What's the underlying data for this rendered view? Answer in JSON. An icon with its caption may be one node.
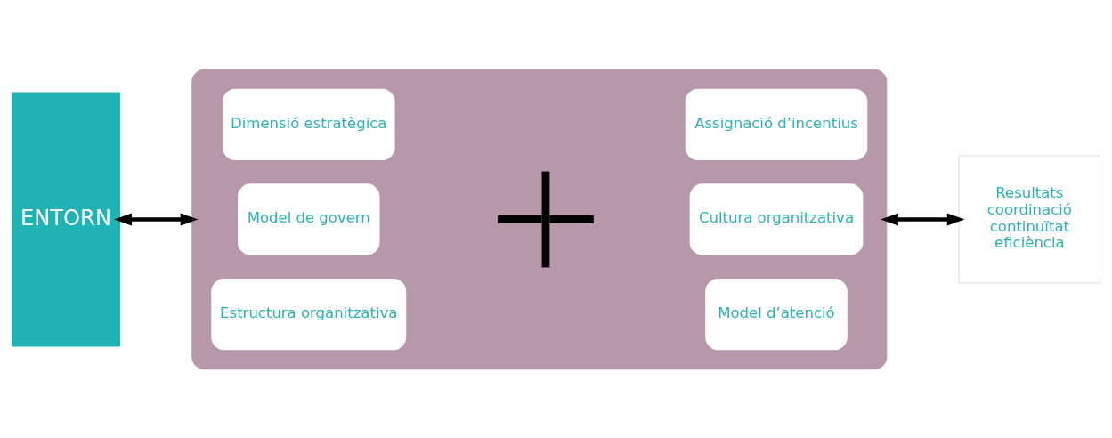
{
  "diagram": {
    "nodes": [
      {
        "text": [
          "ENTORN"
        ]
      },
      {
        "text": [],
        "shape": "box"
      },
      {
        "text": [
          "Dimensió estratègica"
        ],
        "in": 1
      },
      {
        "text": [
          "Model de govern"
        ],
        "in": 1
      },
      {
        "text": [
          "Estructura organitzativa"
        ],
        "in": 1
      },
      {
        "text": [],
        "shape": "cross",
        "in": 1
      },
      {
        "text": [
          "Assignació d’incentius"
        ],
        "in": 1
      },
      {
        "text": [
          "Cultura organitzativa"
        ],
        "in": 1
      },
      {
        "text": [
          "Model d’atenció"
        ],
        "in": 1
      },
      {
        "text": [
          "Resultats",
          "coordinació",
          "continuïtat",
          "eficiència"
        ]
      }
    ],
    "edges": [
      {
        "from": 0,
        "to": 1,
        "arrow": "both"
      },
      {
        "from": 1,
        "to": 9,
        "arrow": "both"
      }
    ]
  }
}
